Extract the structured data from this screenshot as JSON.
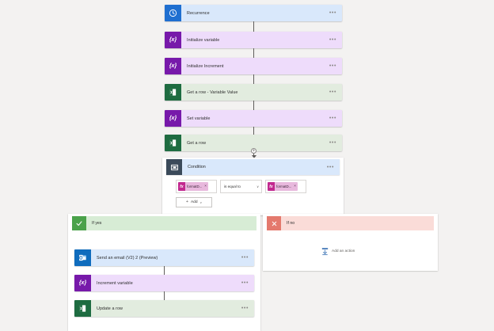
{
  "app": {
    "canvas_background": "#f3f2f1",
    "title": "Power Automate flow designer canvas"
  },
  "main_flow": {
    "steps": [
      {
        "id": "recurrence",
        "label": "Recurrence",
        "icon": "clock-icon",
        "icon_glyph": "⏱",
        "tile_color": "#1f6fd0",
        "card_color": "#d9e8fb",
        "overflow_label": "•••"
      },
      {
        "id": "initialize-variable",
        "label": "Initialize variable",
        "icon": "variable-icon",
        "icon_glyph": "{x}",
        "tile_color": "#7719aa",
        "card_color": "#eedcfb",
        "overflow_label": "•••"
      },
      {
        "id": "initialize-increment",
        "label": "Initialize Increment",
        "icon": "variable-icon",
        "icon_glyph": "{x}",
        "tile_color": "#7719aa",
        "card_color": "#eedcfb",
        "overflow_label": "•••"
      },
      {
        "id": "get-a-row-variable-value",
        "label": "Get a row - Variable Value",
        "icon": "excel-icon",
        "icon_glyph": "X",
        "tile_color": "#1e6c41",
        "card_color": "#e2ecdf",
        "overflow_label": "•••"
      },
      {
        "id": "set-variable",
        "label": "Set variable",
        "icon": "variable-icon",
        "icon_glyph": "{x}",
        "tile_color": "#7719aa",
        "card_color": "#eedcfb",
        "overflow_label": "•••"
      },
      {
        "id": "get-a-row",
        "label": "Get a row",
        "icon": "excel-icon",
        "icon_glyph": "X",
        "tile_color": "#1e6c41",
        "card_color": "#e2ecdf",
        "overflow_label": "•••"
      }
    ],
    "insert_node_glyph": "+"
  },
  "condition": {
    "header": {
      "label": "Condition",
      "icon": "condition-icon",
      "icon_glyph": "☷",
      "tile_color": "#3b4a5a",
      "card_color": "#d9e8fb",
      "overflow_label": "•••"
    },
    "row": {
      "left_token": {
        "label": "formatD...",
        "icon_glyph": "fx",
        "close_glyph": "×",
        "chip_color": "#e8b8dd",
        "chip_icon_color": "#c2298f"
      },
      "operator": {
        "value": "is equal to",
        "chevron_glyph": "∨"
      },
      "right_token": {
        "label": "formatD...",
        "icon_glyph": "fx",
        "close_glyph": "×",
        "chip_color": "#e8b8dd",
        "chip_icon_color": "#c2298f"
      }
    },
    "add_button": {
      "label": "Add",
      "plus_glyph": "+",
      "chevron_glyph": "∨"
    }
  },
  "branch_yes": {
    "header": {
      "label": "If yes",
      "icon": "check-icon",
      "icon_glyph": "✓",
      "icon_color": "#4aa24a",
      "header_color": "#d7ecd5"
    },
    "steps": [
      {
        "id": "send-an-email",
        "label": "Send an email (V2) 2 (Preview)",
        "icon": "outlook-icon",
        "icon_glyph": "O",
        "tile_color": "#0f6cbd",
        "card_color": "#d9e8fb",
        "overflow_label": "•••"
      },
      {
        "id": "increment-variable",
        "label": "Increment variable",
        "icon": "variable-icon",
        "icon_glyph": "{x}",
        "tile_color": "#7719aa",
        "card_color": "#eedcfb",
        "overflow_label": "•••"
      },
      {
        "id": "update-a-row",
        "label": "Update a row",
        "icon": "excel-icon",
        "icon_glyph": "X",
        "tile_color": "#1e6c41",
        "card_color": "#e2ecdf",
        "overflow_label": "•••"
      }
    ]
  },
  "branch_no": {
    "header": {
      "label": "If no",
      "icon": "close-icon",
      "icon_glyph": "✕",
      "icon_color": "#e4796d",
      "header_color": "#fadcd8"
    },
    "add_action": {
      "label": "Add an action",
      "icon": "add-action-icon"
    }
  }
}
